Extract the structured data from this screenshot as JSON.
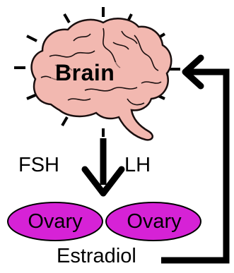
{
  "brain": {
    "label": "Brain",
    "fill_color": "#f2b8b0",
    "outline_color": "#1a0f0f"
  },
  "hormones": {
    "fsh": "FSH",
    "lh": "LH"
  },
  "ovaries": [
    {
      "label": "Ovary"
    },
    {
      "label": "Ovary"
    }
  ],
  "ovary_color": "#d622d6",
  "feedback": {
    "label": "Estradiol"
  }
}
